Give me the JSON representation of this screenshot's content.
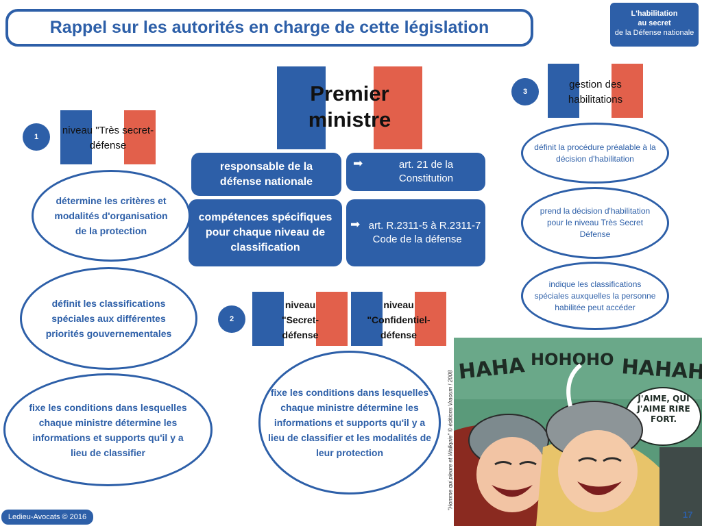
{
  "title": "Rappel sur les autorités en charge de cette législation",
  "corner": {
    "line1": "L'habilitation",
    "line2": "au secret",
    "line3": "de la Défense nationale"
  },
  "premier": {
    "line1": "Premier",
    "line2": "ministre"
  },
  "boxes": {
    "responsable": "responsable de la défense nationale",
    "competences": "compétences spécifiques pour chaque niveau de classification",
    "art21_line1": "art. 21 de la",
    "art21_line2": "Constitution",
    "artR_line1": "art. R.2311-5 à R.2311-7",
    "artR_line2": "Code de la défense"
  },
  "level1": {
    "badge": "1",
    "label": "niveau \"Très secret-défense",
    "oval1": "détermine les critères et modalités d'organisation de la protection",
    "oval2": "définit les classifications spéciales aux différentes priorités gouvernementales",
    "oval3": "fixe les conditions dans lesquelles chaque ministre détermine les informations et supports qu'il y a lieu de classifier"
  },
  "level2": {
    "badge": "2",
    "label_secret": "niveau \"Secret-défense",
    "label_conf": "niveau \"Confidentiel-défense",
    "oval": "fixe les conditions dans lesquelles chaque ministre détermine les informations et supports qu'il y a lieu de classifier et les modalités de leur protection"
  },
  "level3": {
    "badge": "3",
    "label": "gestion des habilitations",
    "oval1": "définit la procédure préalable à la décision d'habilitation",
    "oval2": "prend la décision d'habilitation pour le niveau Très Secret Défense",
    "oval3": "indique les classifications spéciales auxquelles la personne habilitée peut accéder"
  },
  "comic": {
    "laugh1": "HAHA",
    "laugh2": "HOHOHO",
    "laugh3": "HAHAHA",
    "bubble": "J'AIME, QUI J'AIME RIRE FORT."
  },
  "credit": "\"Homme qui pleure et Walkyrie\" © éditions Vraoum ! 2008",
  "footer": "Ledieu-Avocats © 2016",
  "page_number": "17",
  "colors": {
    "blue": "#2d5fa8",
    "red": "#e2604b"
  }
}
